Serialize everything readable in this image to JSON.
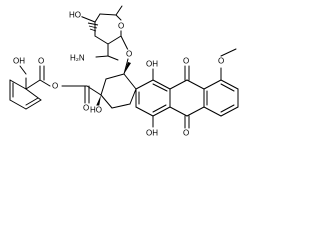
{
  "molecule": {
    "atom_labels": {
      "ho_sugar": "HO",
      "h2n_sugar": "H₂N",
      "o_ring": "O",
      "o_glycosidic": "O",
      "oh_upper": "OH",
      "o_quinone_top": "O",
      "o_methoxy": "O",
      "oh_phenol": "OH",
      "o_ester_carbonyl": "O",
      "o_ester_link": "O",
      "ho_c9": "HO",
      "o_ketone": "O",
      "oh_lower": "OH",
      "o_quinone_bottom": "O"
    }
  }
}
